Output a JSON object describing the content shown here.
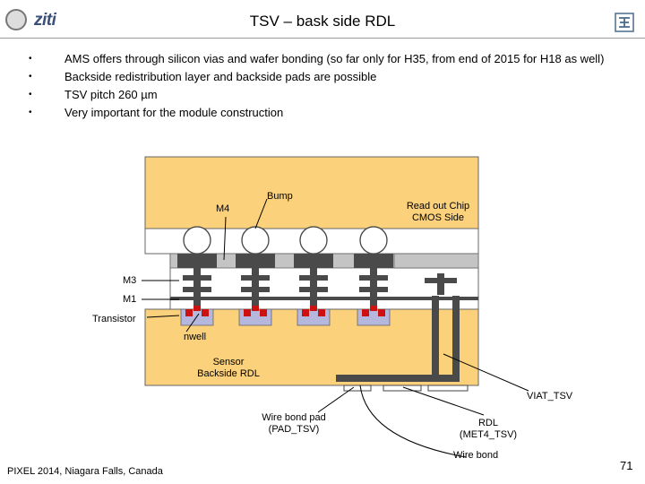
{
  "header": {
    "title": "TSV – bask side RDL",
    "logo_left_text": "ziti"
  },
  "bullets": [
    "AMS offers through silicon vias and wafer bonding (so far only for H35, from end of 2015 for H18 as well)",
    "Backside redistribution layer and backside pads are possible",
    "TSV pitch 260 µm",
    "Very important for the module construction"
  ],
  "diagram": {
    "labels": {
      "bump": "Bump",
      "m4": "M4",
      "readout_line1": "Read out Chip",
      "readout_line2": "CMOS Side",
      "m3": "M3",
      "m1": "M1",
      "transistor": "Transistor",
      "nwell": "nwell",
      "sensor_line1": "Sensor",
      "sensor_line2": "Backside RDL",
      "viat_tsv": "VIAT_TSV",
      "wire_bond_pad_line1": "Wire bond pad",
      "wire_bond_pad_line2": "(PAD_TSV)",
      "rdl_line1": "RDL",
      "rdl_line2": "(MET4_TSV)",
      "wire_bond": "Wire bond"
    },
    "colors": {
      "substrate": "#fbd17b",
      "metal": "#4a4a4a",
      "metal_light": "#a6a6a6",
      "well": "#b5b7dd",
      "implant": "#cc1111"
    }
  },
  "footer": {
    "conference": "PIXEL 2014, Niagara Falls, Canada",
    "page_number": "71"
  }
}
